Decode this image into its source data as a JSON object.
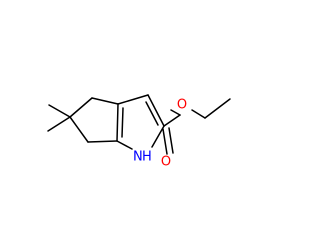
{
  "molecule": {
    "atoms": {
      "nitrogen": {
        "symbol": "N",
        "hydrogen": "H",
        "color": "#0000ff"
      },
      "carbonyl_oxygen": {
        "symbol": "O",
        "color": "#ff0000"
      },
      "ester_oxygen": {
        "symbol": "O",
        "color": "#ff0000"
      }
    },
    "bond_color": "#000000",
    "background": "#ffffff"
  }
}
